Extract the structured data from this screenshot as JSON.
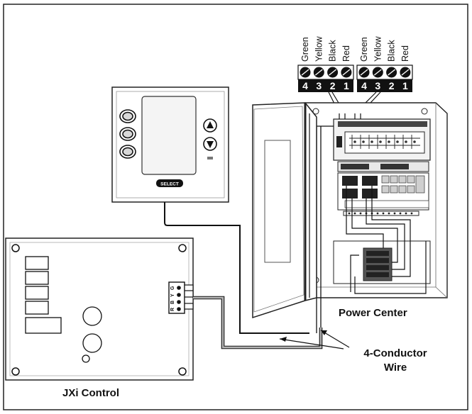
{
  "labels": {
    "power_center": "Power Center",
    "conductor_line1": "4-Conductor",
    "conductor_line2": "Wire",
    "jxi_control": "JXi Control",
    "select_button": "SELECT"
  },
  "terminal_blocks": [
    {
      "wires": [
        {
          "name": "Green",
          "number": "4"
        },
        {
          "name": "Yellow",
          "number": "3"
        },
        {
          "name": "Black",
          "number": "2"
        },
        {
          "name": "Red",
          "number": "1"
        }
      ]
    },
    {
      "wires": [
        {
          "name": "Green",
          "number": "4"
        },
        {
          "name": "Yellow",
          "number": "3"
        },
        {
          "name": "Black",
          "number": "2"
        },
        {
          "name": "Red",
          "number": "1"
        }
      ]
    }
  ],
  "board_terminal_marks": [
    "G",
    "Y",
    "B",
    "R"
  ],
  "icons": {
    "thermostat": "wall-thermostat-panel",
    "power_center": "power-center-enclosure",
    "control_board": "circuit-board",
    "terminal_screw": "screw-terminal-icon"
  }
}
